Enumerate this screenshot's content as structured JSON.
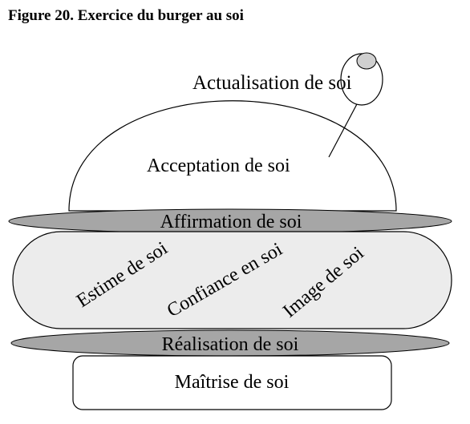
{
  "figure": {
    "title": "Figure 20. Exercice du burger au soi"
  },
  "burger": {
    "top_bun": {
      "actualisation": "Actualisation de soi",
      "acceptation": "Acceptation de soi"
    },
    "upper_layer": "Affirmation de soi",
    "patty": {
      "estime": "Estime de soi",
      "confiance": "Confiance en soi",
      "image": "Image de soi"
    },
    "lower_layer": "Réalisation de soi",
    "bottom_bun": "Maîtrise de soi"
  },
  "colors": {
    "layer_fill": "#a6a6a6",
    "patty_fill": "#ececec",
    "olive_fill": "#cfcfcf",
    "stroke": "#000000",
    "background": "#ffffff"
  }
}
